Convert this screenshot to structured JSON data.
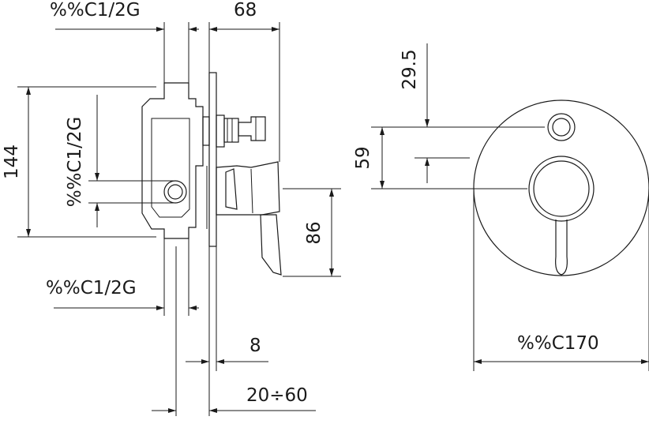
{
  "dimensions": {
    "top_thread": "%%C1/2G",
    "depth_68": "68",
    "height_144": "144",
    "side_thread": "%%C1/2G",
    "bottom_thread": "%%C1/2G",
    "wall_8": "8",
    "range_20_60": "20÷60",
    "handle_86": "86",
    "offset_29_5": "29.5",
    "spacing_59": "59",
    "diameter_170": "%%C170"
  }
}
